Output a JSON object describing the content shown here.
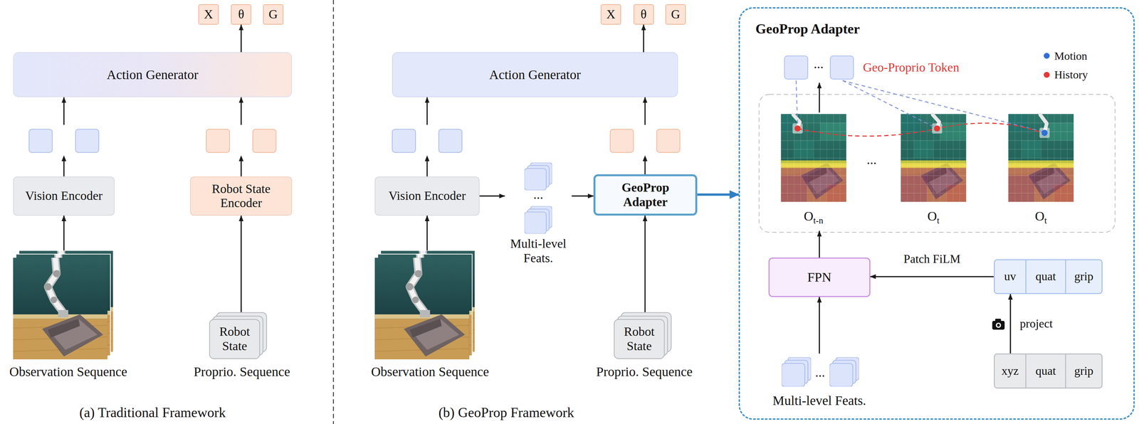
{
  "diagram": {
    "nodes": [
      {
        "text": [
          "X"
        ]
      },
      {
        "text": [
          "θ"
        ]
      },
      {
        "text": [
          "G"
        ]
      },
      {
        "text": [
          "Action Generator"
        ]
      },
      {
        "text": [
          "Vision Encoder"
        ]
      },
      {
        "text": [
          "Robot State Encoder"
        ]
      },
      {
        "text": [
          "Observation Sequence"
        ]
      },
      {
        "text": [
          "Robot State",
          "Proprio. Sequence"
        ]
      },
      {
        "text": [
          "X"
        ]
      },
      {
        "text": [
          "θ"
        ]
      },
      {
        "text": [
          "G"
        ]
      },
      {
        "text": [
          "Action Generator"
        ]
      },
      {
        "text": [
          "Vision Encoder"
        ]
      },
      {
        "text": [
          "...",
          "Multi-level Feats."
        ]
      },
      {
        "text": [
          "GeoProp Adapter"
        ]
      },
      {
        "text": [
          "Observation Sequence"
        ]
      },
      {
        "text": [
          "Robot State",
          "Proprio. Sequence"
        ]
      },
      {
        "text": [
          "GeoProp Adapter"
        ]
      },
      {
        "text": [
          "...",
          "Geo-Proprio Token"
        ],
        "in": 17
      },
      {
        "text": [
          "Ot-n"
        ],
        "in": 17
      },
      {
        "text": [
          "Ot"
        ],
        "in": 17
      },
      {
        "text": [
          "Ot"
        ],
        "in": 17
      },
      {
        "text": [
          "FPN"
        ],
        "in": 17
      },
      {
        "text": [
          "uv",
          "quat",
          "grip"
        ],
        "in": 17
      },
      {
        "text": [
          "...",
          "Multi-level Feats."
        ],
        "in": 17
      },
      {
        "text": [
          "xyz",
          "quat",
          "grip"
        ],
        "in": 17
      }
    ],
    "edges": [
      {
        "from": 3,
        "to": 1,
        "arrow": "to"
      },
      {
        "from": 4,
        "to": 3,
        "arrow": "to"
      },
      {
        "from": 5,
        "to": 3,
        "arrow": "to"
      },
      {
        "from": 6,
        "to": 4,
        "arrow": "to"
      },
      {
        "from": 7,
        "to": 5,
        "arrow": "to"
      },
      {
        "from": 11,
        "to": 9,
        "arrow": "to"
      },
      {
        "from": 12,
        "to": 11,
        "arrow": "to"
      },
      {
        "from": 14,
        "to": 11,
        "arrow": "to"
      },
      {
        "from": 12,
        "to": 13,
        "arrow": "to"
      },
      {
        "from": 13,
        "to": 14,
        "arrow": "to"
      },
      {
        "from": 15,
        "to": 12,
        "arrow": "to"
      },
      {
        "from": 16,
        "to": 14,
        "arrow": "to"
      },
      {
        "from": 14,
        "to": 17,
        "arrow": "to"
      },
      {
        "from": 19,
        "to": 18,
        "arrow": "to"
      },
      {
        "from": 22,
        "to": 19,
        "arrow": "to"
      },
      {
        "from": 24,
        "to": 22,
        "arrow": "to"
      },
      {
        "from": 23,
        "to": 22,
        "label": "Patch FiLM",
        "arrow": "to"
      },
      {
        "from": 25,
        "to": 23,
        "label": "project",
        "arrow": "to"
      }
    ],
    "labels": [
      "(a) Traditional Framework",
      "(b) GeoProp Framework",
      "..."
    ],
    "legend": [
      {
        "text": "Motion",
        "color": "#2f6fd6"
      },
      {
        "text": "History",
        "color": "#e53935"
      }
    ]
  }
}
